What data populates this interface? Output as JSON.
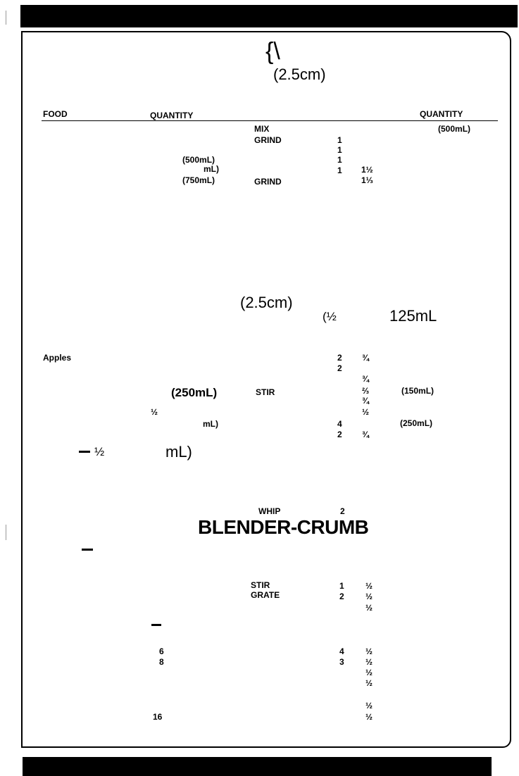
{
  "header": {
    "glyph": "{\\",
    "measure_top": "(2.5cm)"
  },
  "table_header": {
    "food": "FOOD",
    "quantity_left": "QUANTITY",
    "quantity_right": "QUANTITY"
  },
  "section1": {
    "mix": "MIX",
    "ml500_right": "(500mL)",
    "grind1": "GRIND",
    "one_a": "1",
    "one_b": "1",
    "ml500_left": "(500mL)",
    "one_c": "1",
    "ml_short": "mL)",
    "one_d": "1",
    "one_half_a": "1½",
    "ml750": "(750mL)",
    "grind2": "GRIND",
    "one_third": "1⅓"
  },
  "mid": {
    "measure_mid": "(2.5cm)",
    "half_paren": "(½",
    "ml125": "125mL"
  },
  "section2": {
    "apples": "Apples",
    "two_a": "2",
    "threequarter_a": "¾",
    "two_b": "2",
    "threequarter_b": "¾",
    "ml250_left": "(250mL)",
    "stir": "STIR",
    "twothirds": "⅔",
    "ml150": "(150mL)",
    "threequarter_c": "¾",
    "half_left": "½",
    "half_right": "½",
    "ml_short2": "mL)",
    "four": "4",
    "ml250_right": "(250mL)",
    "two_c": "2",
    "threequarter_d": "¾",
    "half_dash": "½",
    "ml_tail": "mL)"
  },
  "section3": {
    "whip": "WHIP",
    "two_d": "2",
    "title": "BLENDER-CRUMB"
  },
  "section4": {
    "stir": "STIR",
    "one_e": "1",
    "half_a": "½",
    "grate": "GRATE",
    "two_e": "2",
    "half_b": "½",
    "half_c": "½",
    "six": "6",
    "four_b": "4",
    "half_d": "½",
    "eight": "8",
    "three": "3",
    "half_e": "½",
    "half_f": "½",
    "half_g": "½",
    "half_h": "½",
    "sixteen": "16",
    "half_i": "½"
  }
}
